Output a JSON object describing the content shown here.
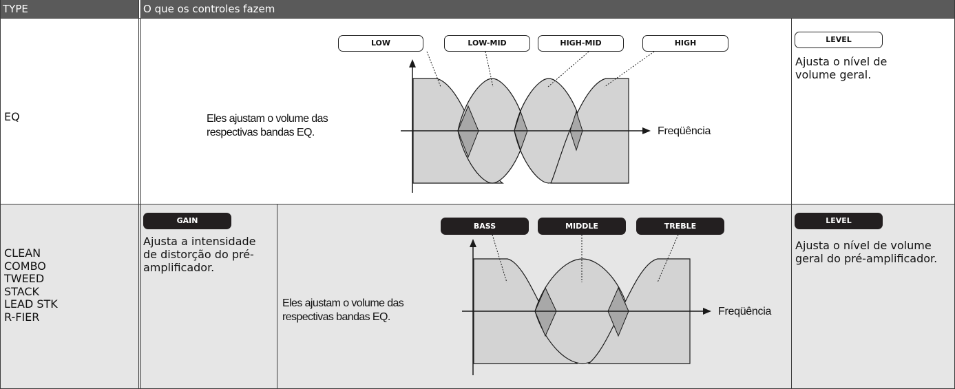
{
  "header": {
    "type_label": "TYPE",
    "controls_label": "O que os controles fazem"
  },
  "eq_row": {
    "type_name": "EQ",
    "bands": [
      "LOW",
      "LOW-MID",
      "HIGH-MID",
      "HIGH"
    ],
    "bands_description": "Eles ajustam o volume das respectivas bandas EQ.",
    "axis_label": "Freqüência",
    "level_label": "LEVEL",
    "level_description": "Ajusta o nível de volume geral."
  },
  "amp_row": {
    "types": [
      "CLEAN",
      "COMBO",
      "TWEED",
      "STACK",
      "LEAD STK",
      "R-FIER"
    ],
    "gain_label": "GAIN",
    "gain_description": "Ajusta a intensidade de distorção do pré-amplificador.",
    "bands": [
      "BASS",
      "MIDDLE",
      "TREBLE"
    ],
    "bands_description": "Eles ajustam o volume das respectivas bandas EQ.",
    "axis_label": "Freqüência",
    "level_label": "LEVEL",
    "level_description": "Ajusta o nível de volume geral do pré-amplificador."
  },
  "colors": {
    "header_bg": "#5a5a5a",
    "row_alt_bg": "#e6e6e6",
    "curve_fill": "#d3d3d3",
    "overlap_fill": "#a8a8a8",
    "pill_dark": "#231f20"
  }
}
